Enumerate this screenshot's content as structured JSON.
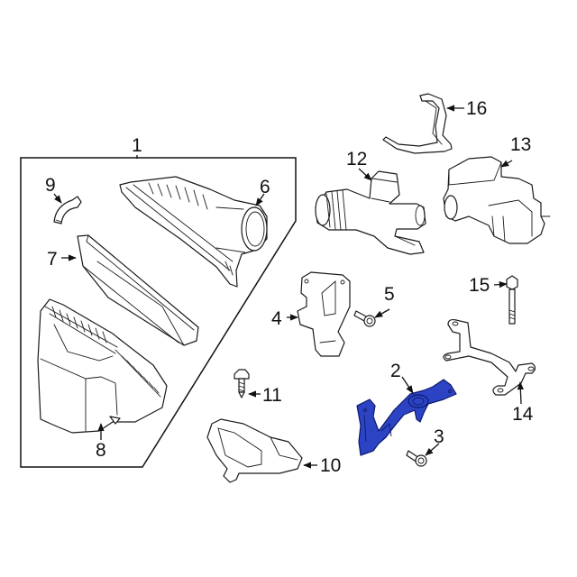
{
  "diagram": {
    "type": "exploded-parts-diagram",
    "highlight_color": "#2c44c4",
    "highlighted_part": "2",
    "callouts": [
      {
        "id": "1",
        "label": "1"
      },
      {
        "id": "2",
        "label": "2"
      },
      {
        "id": "3",
        "label": "3"
      },
      {
        "id": "4",
        "label": "4"
      },
      {
        "id": "5",
        "label": "5"
      },
      {
        "id": "6",
        "label": "6"
      },
      {
        "id": "7",
        "label": "7"
      },
      {
        "id": "8",
        "label": "8"
      },
      {
        "id": "9",
        "label": "9"
      },
      {
        "id": "10",
        "label": "10"
      },
      {
        "id": "11",
        "label": "11"
      },
      {
        "id": "12",
        "label": "12"
      },
      {
        "id": "13",
        "label": "13"
      },
      {
        "id": "14",
        "label": "14"
      },
      {
        "id": "15",
        "label": "15"
      },
      {
        "id": "16",
        "label": "16"
      }
    ]
  }
}
